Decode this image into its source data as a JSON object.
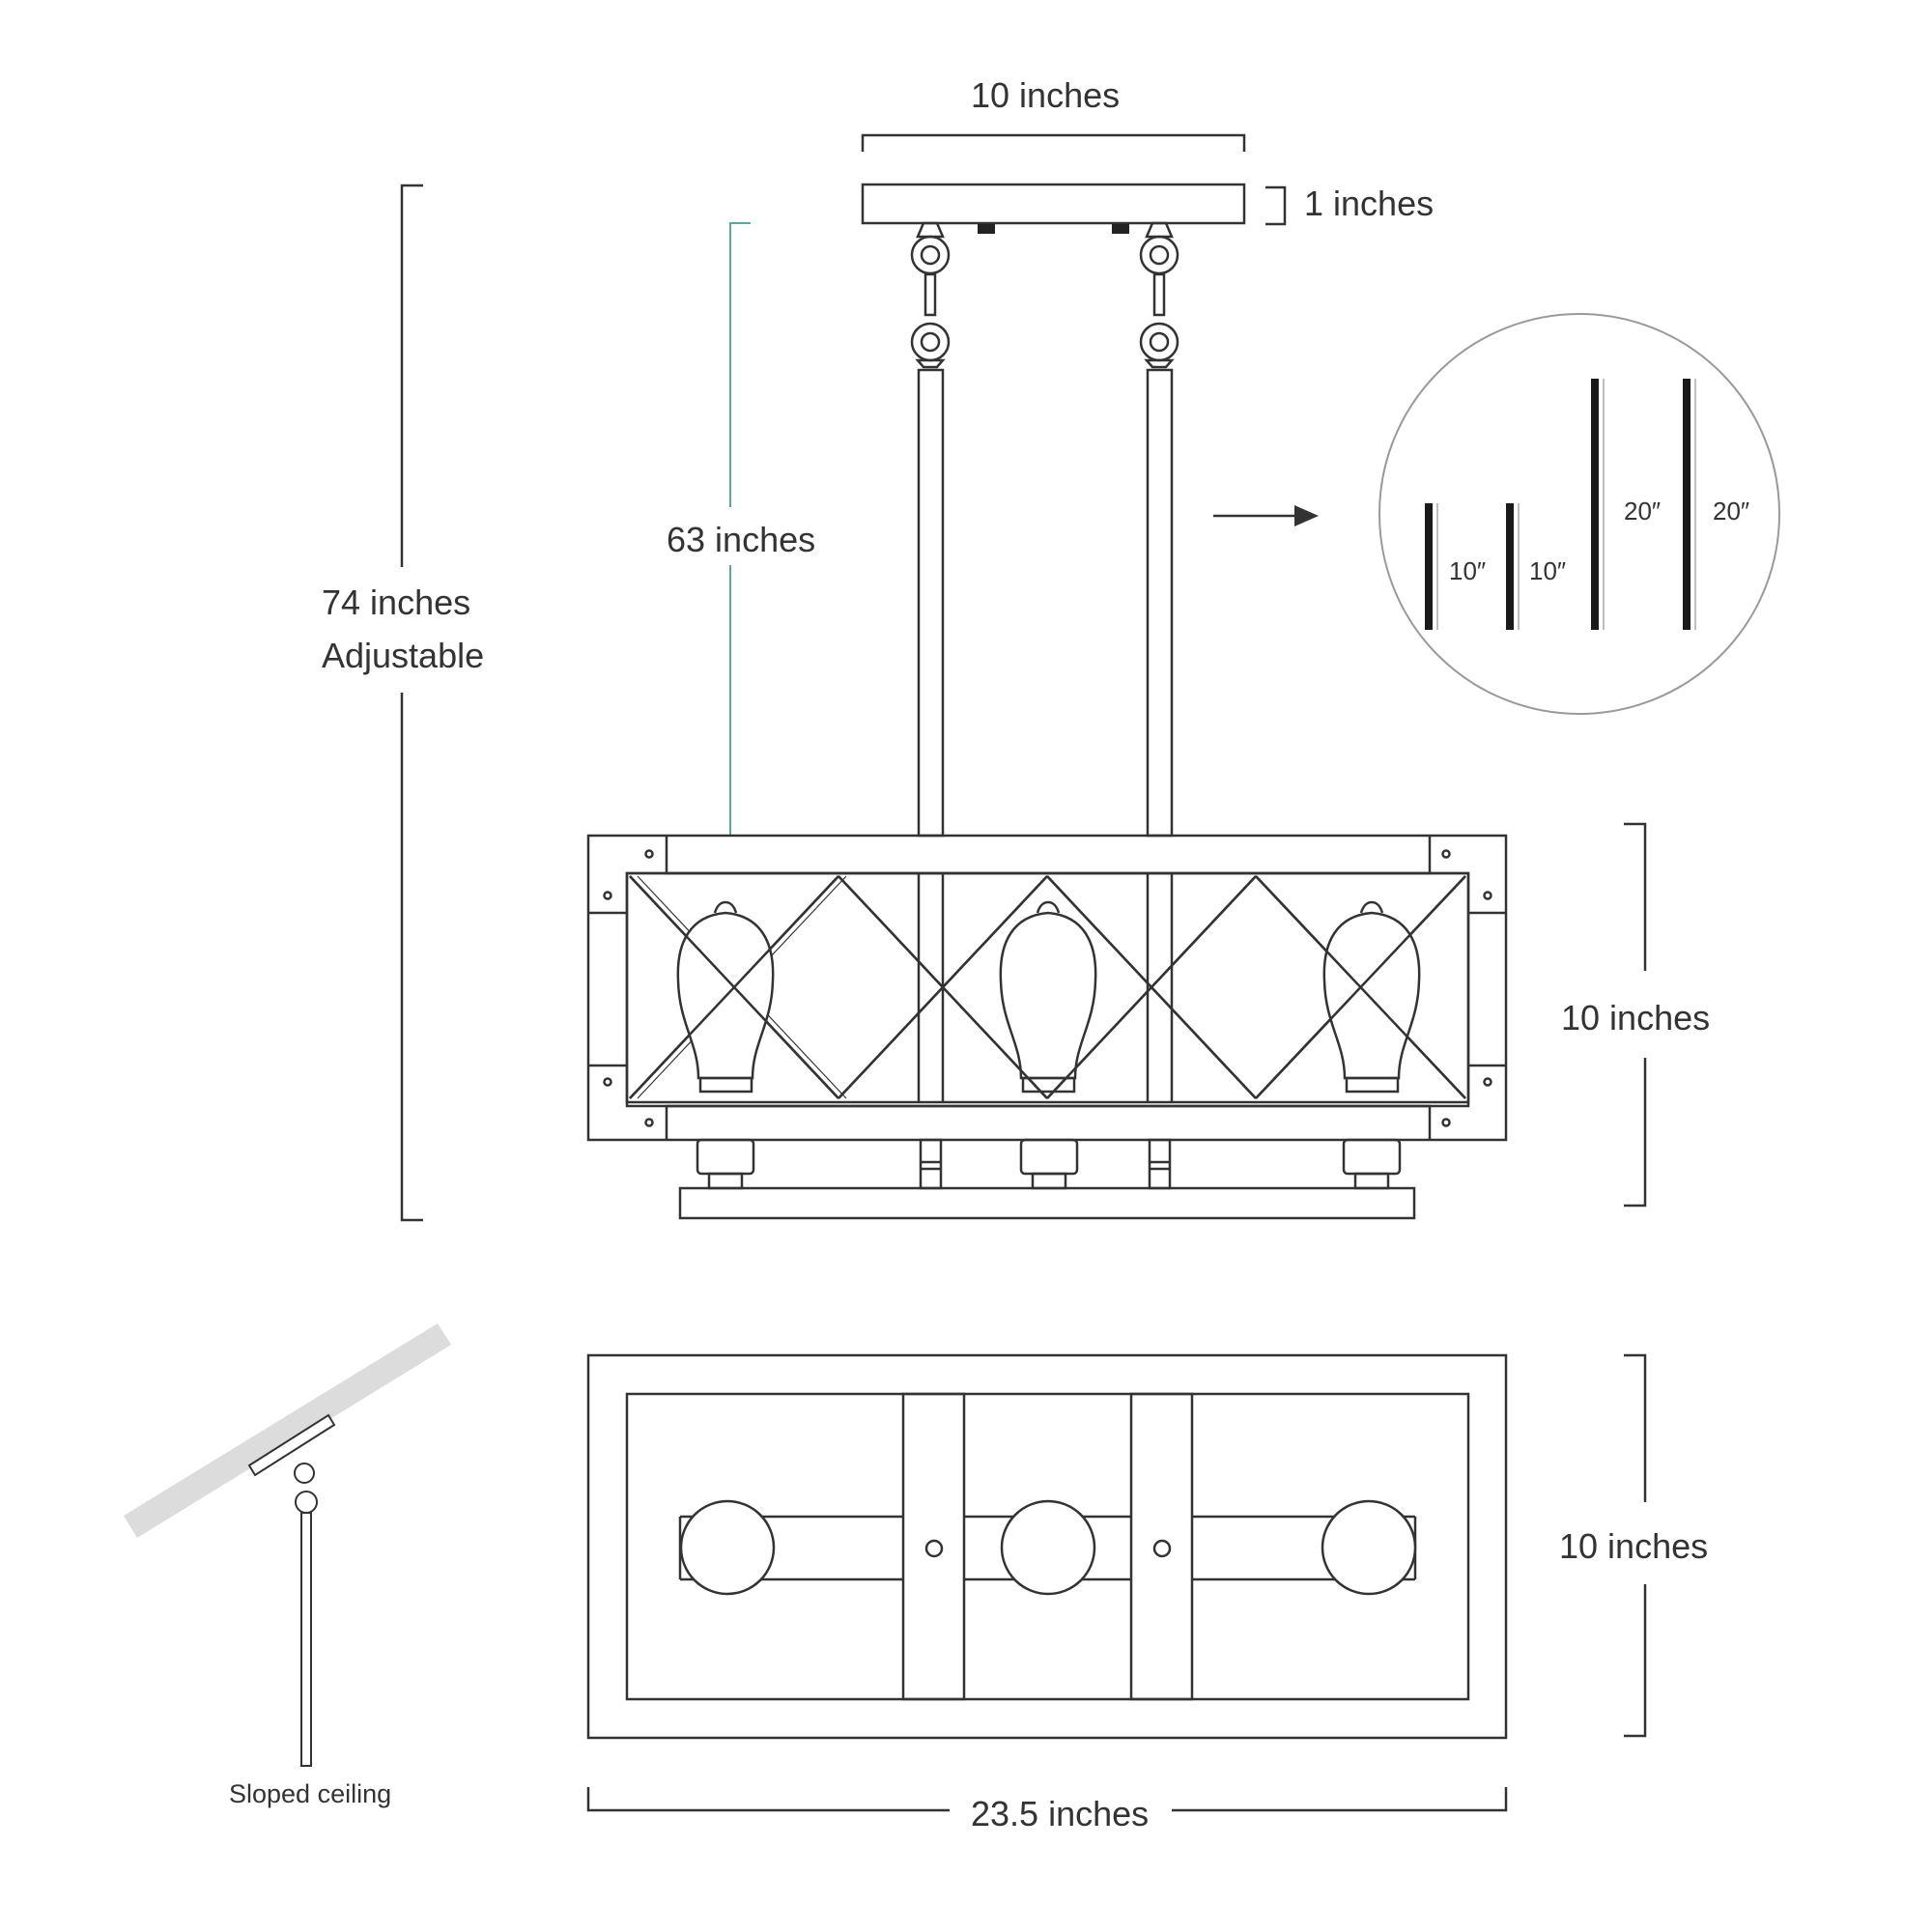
{
  "labels": {
    "canopy_width": "10 inches",
    "canopy_height": "1 inches",
    "rod_length": "63 inches",
    "overall_height_value": "74 inches",
    "overall_height_note": "Adjustable",
    "body_height": "10 inches",
    "depth": "10 inches",
    "length": "23.5 inches",
    "sloped_ceiling": "Sloped ceiling"
  },
  "extension_rods": [
    {
      "label": "10″"
    },
    {
      "label": "10″"
    },
    {
      "label": "20″"
    },
    {
      "label": "20″"
    }
  ],
  "colors": {
    "line": "#333333",
    "rod": "#1a1a1a",
    "accent_teal": "#5aa6a8",
    "ceiling": "#dcdcdc"
  }
}
